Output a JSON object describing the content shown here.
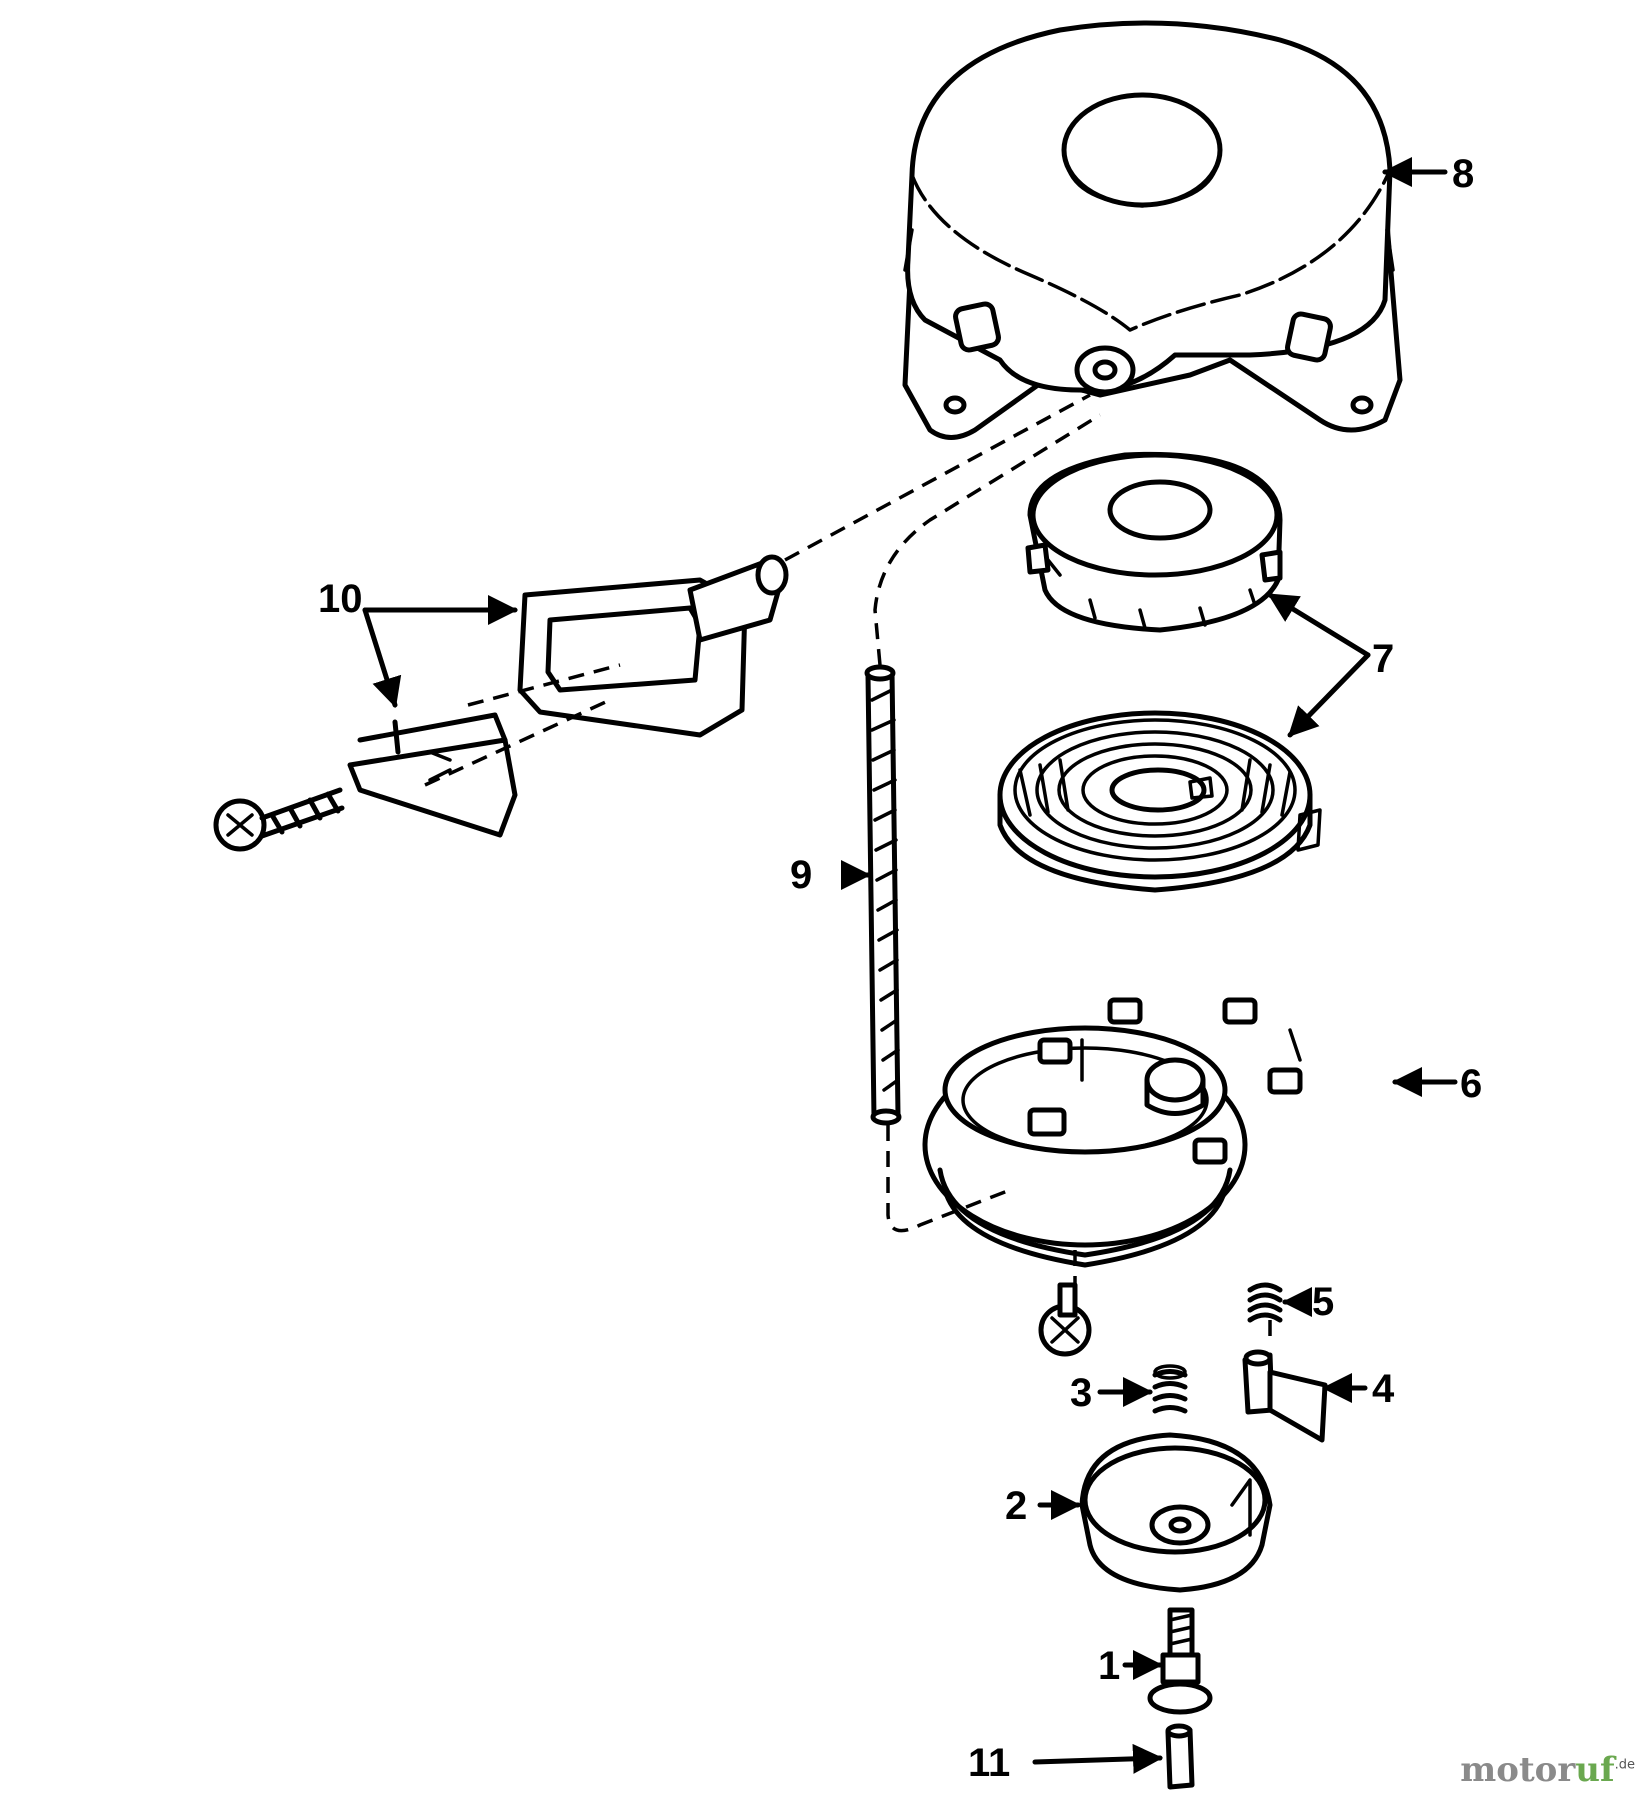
{
  "diagram": {
    "callouts": [
      {
        "id": "1",
        "label": "1"
      },
      {
        "id": "2",
        "label": "2"
      },
      {
        "id": "3",
        "label": "3"
      },
      {
        "id": "4",
        "label": "4"
      },
      {
        "id": "5",
        "label": "5"
      },
      {
        "id": "6",
        "label": "6"
      },
      {
        "id": "7",
        "label": "7"
      },
      {
        "id": "8",
        "label": "8"
      },
      {
        "id": "9",
        "label": "9"
      },
      {
        "id": "10",
        "label": "10"
      },
      {
        "id": "11",
        "label": "11"
      }
    ]
  },
  "watermark": {
    "text_main": "motor",
    "text_accent": "uf",
    "text_suffix": ".de"
  }
}
